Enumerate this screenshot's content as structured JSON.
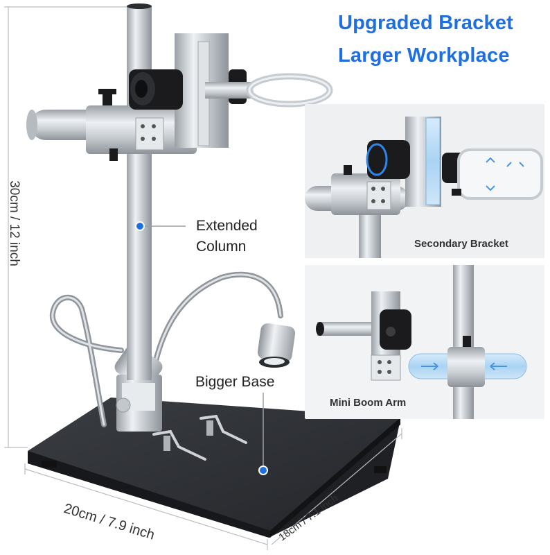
{
  "headline": {
    "line1": "Upgraded Bracket",
    "line2": "Larger Workplace"
  },
  "callouts": {
    "column_line1": "Extended",
    "column_line2": "Column",
    "base": "Bigger Base"
  },
  "panels": {
    "top_label": "Secondary Bracket",
    "bottom_label": "Mini Boom Arm"
  },
  "dimensions": {
    "height": "30cm / 12 inch",
    "width": "20cm / 7.9 inch",
    "depth": "18cm / 7.1 inch"
  },
  "colors": {
    "accent_blue": "#1f6fe0",
    "base_black": "#2a2c30",
    "metal": "#c9ced3",
    "knob": "#1b1b1d",
    "panel_bg": "#eef0f2"
  }
}
